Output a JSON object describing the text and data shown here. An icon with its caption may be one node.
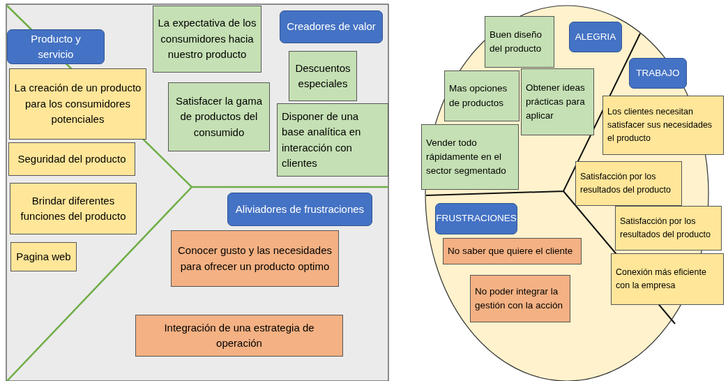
{
  "diagram": {
    "nodes": [
      {
        "text": [
          "Producto y servicio"
        ]
      },
      {
        "text": [
          "La expectativa de los consumidores hacia nuestro producto"
        ]
      },
      {
        "text": [
          "Creadores de valor"
        ]
      },
      {
        "text": [
          "La creación de un producto para los consumidores potenciales"
        ]
      },
      {
        "text": [
          "Descuentos especiales"
        ]
      },
      {
        "text": [
          "Satisfacer la gama de productos del consumido"
        ]
      },
      {
        "text": [
          "Disponer de una base analítica en interacción con clientes"
        ]
      },
      {
        "text": [
          "Seguridad del producto"
        ]
      },
      {
        "text": [
          "Brindar diferentes funciones del producto"
        ]
      },
      {
        "text": [
          "Aliviadores de frustraciones"
        ]
      },
      {
        "text": [
          "Pagina web"
        ]
      },
      {
        "text": [
          "Conocer gusto y las necesidades para ofrecer un producto optimo"
        ]
      },
      {
        "text": [
          "Integración de una estrategia de operación"
        ]
      },
      {
        "text": [
          "Buen diseño del producto"
        ]
      },
      {
        "text": [
          "ALEGRIA"
        ]
      },
      {
        "text": [
          "Mas opciones de productos"
        ]
      },
      {
        "text": [
          "Obtener ideas prácticas para aplicar"
        ]
      },
      {
        "text": [
          "TRABAJO"
        ]
      },
      {
        "text": [
          "Vender todo rápidamente en el sector segmentado"
        ]
      },
      {
        "text": [
          "Los clientes necesitan satisfacer sus necesidades el producto"
        ]
      },
      {
        "text": [
          "Satisfacción por los resultados del producto"
        ]
      },
      {
        "text": [
          "FRUSTRACIONES"
        ]
      },
      {
        "text": [
          "Satisfacción por los resultados del producto"
        ]
      },
      {
        "text": [
          "No saber que quiere el cliente"
        ]
      },
      {
        "text": [
          "Conexión más eficiente con la empresa"
        ]
      },
      {
        "text": [
          "No poder integrar la gestión con la acción"
        ]
      }
    ]
  }
}
